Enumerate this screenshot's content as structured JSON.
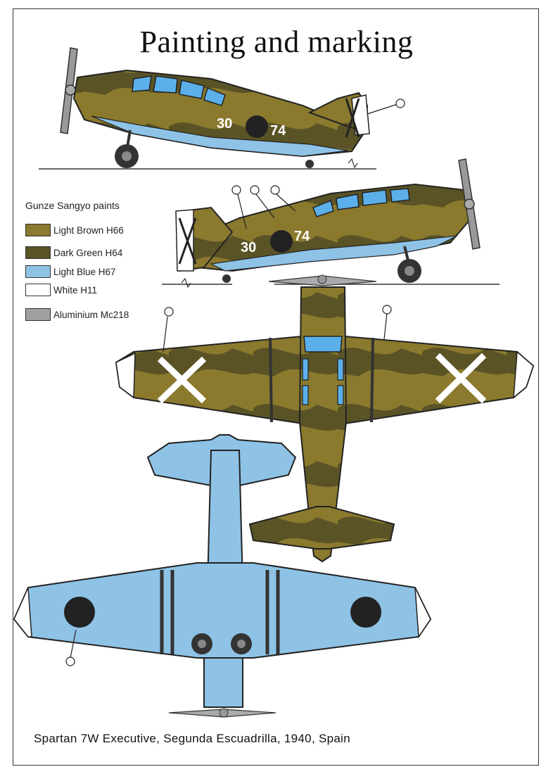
{
  "title": "Painting and marking",
  "legend": {
    "title": "Gunze Sangyo paints",
    "items": [
      {
        "label": "Light Brown H66",
        "color": "#8b7a2e"
      },
      {
        "label": "Dark Green H64",
        "color": "#5a5326"
      },
      {
        "label": "Light Blue H67",
        "color": "#8ec3e6"
      },
      {
        "label": "White H11",
        "color": "#ffffff"
      },
      {
        "label": "Aluminium Mc218",
        "color": "#a0a0a0"
      }
    ]
  },
  "side_codes": {
    "left": "30",
    "right": "74"
  },
  "caption": "Spartan 7W Executive, Segunda Escuadrilla, 1940, Spain"
}
